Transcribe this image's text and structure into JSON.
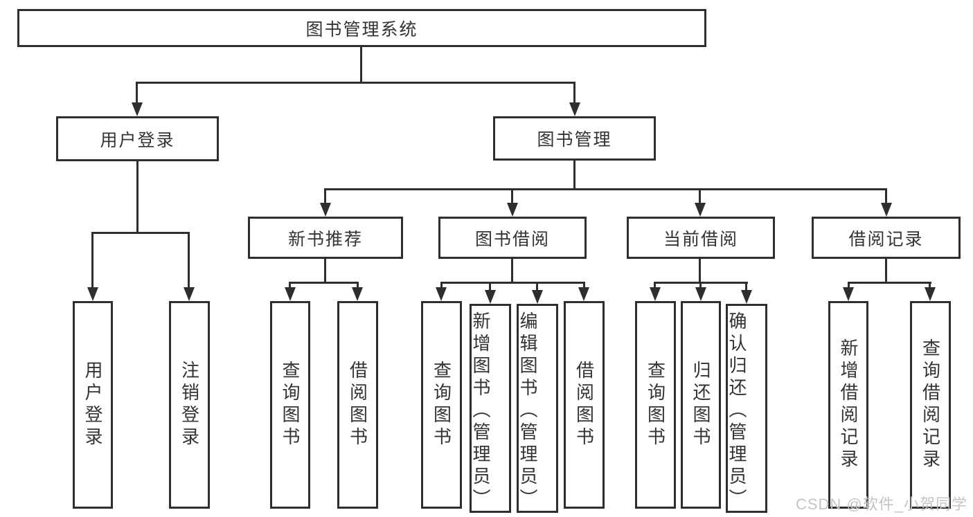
{
  "tree": {
    "root": "图书管理系统",
    "level2": [
      "用户登录",
      "图书管理"
    ],
    "level3": [
      "新书推荐",
      "图书借阅",
      "当前借阅",
      "借阅记录"
    ],
    "leaves": {
      "user_login": [
        "用户登录",
        "注销登录"
      ],
      "new_book": [
        "查询图书",
        "借阅图书"
      ],
      "book_borrow": [
        "查询图书",
        "新增图书（管理员）",
        "编辑图书（管理员）",
        "借阅图书"
      ],
      "current_borrow": [
        "查询图书",
        "归还图书",
        "确认归还（管理员）"
      ],
      "borrow_record": [
        "新增借阅记录",
        "查询借阅记录"
      ]
    }
  },
  "watermark": "CSDN @软件_小贺同学",
  "colors": {
    "line": "#2e2e2e",
    "text": "#333333",
    "box_background": "#ffffff",
    "page_background": "#ffffff",
    "watermark": "#c4c4c4"
  }
}
